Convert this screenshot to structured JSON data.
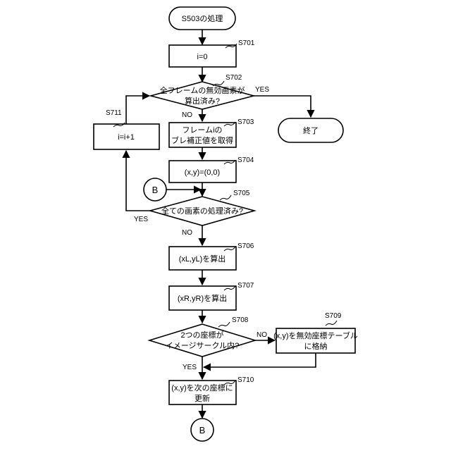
{
  "flowchart": {
    "terminals": {
      "start": "S503の処理",
      "end": "終了"
    },
    "process": {
      "s701": "i=0",
      "s703": [
        "フレームiの",
        "ブレ補正値を取得"
      ],
      "s704": "(x,y)=(0,0)",
      "s706": "(xL,yL)を算出",
      "s707": "(xR,yR)を算出",
      "s709": [
        "(x,y)を無効座標テーブル",
        "に格納"
      ],
      "s710": [
        "(x,y)を次の座標に",
        "更新"
      ],
      "s711": "i=i+1"
    },
    "decisions": {
      "s702": [
        "全フレームの無効画素が",
        "算出済み?"
      ],
      "s705": [
        "全ての画素の処理済み?"
      ],
      "s708": [
        "2つの座標が",
        "イメージサークル内?"
      ]
    },
    "step_ids": {
      "s701": "S701",
      "s702": "S702",
      "s703": "S703",
      "s704": "S704",
      "s705": "S705",
      "s706": "S706",
      "s707": "S707",
      "s708": "S708",
      "s709": "S709",
      "s710": "S710",
      "s711": "S711"
    },
    "connectors": {
      "top": "B",
      "bottom": "B"
    },
    "branch_labels": {
      "s702_yes": "YES",
      "s702_no": "NO",
      "s705_yes": "YES",
      "s705_no": "NO",
      "s708_yes": "YES",
      "s708_no": "NO"
    }
  }
}
